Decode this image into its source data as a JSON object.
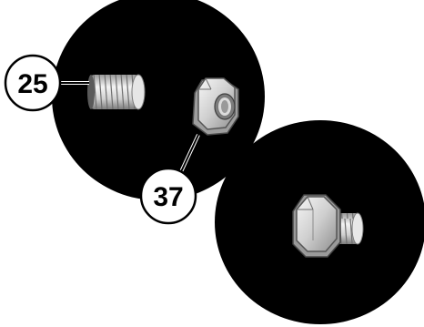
{
  "callouts": [
    {
      "id": "part-25",
      "label": "25"
    },
    {
      "id": "part-37",
      "label": "37"
    }
  ],
  "colors": {
    "background": "#ffffff",
    "circle": "#000000",
    "metal_light": "#f2f2f2",
    "metal_mid": "#c8c8c8",
    "metal_dark": "#8a8a8a",
    "callout_fill": "#ffffff",
    "callout_stroke": "#000000"
  }
}
